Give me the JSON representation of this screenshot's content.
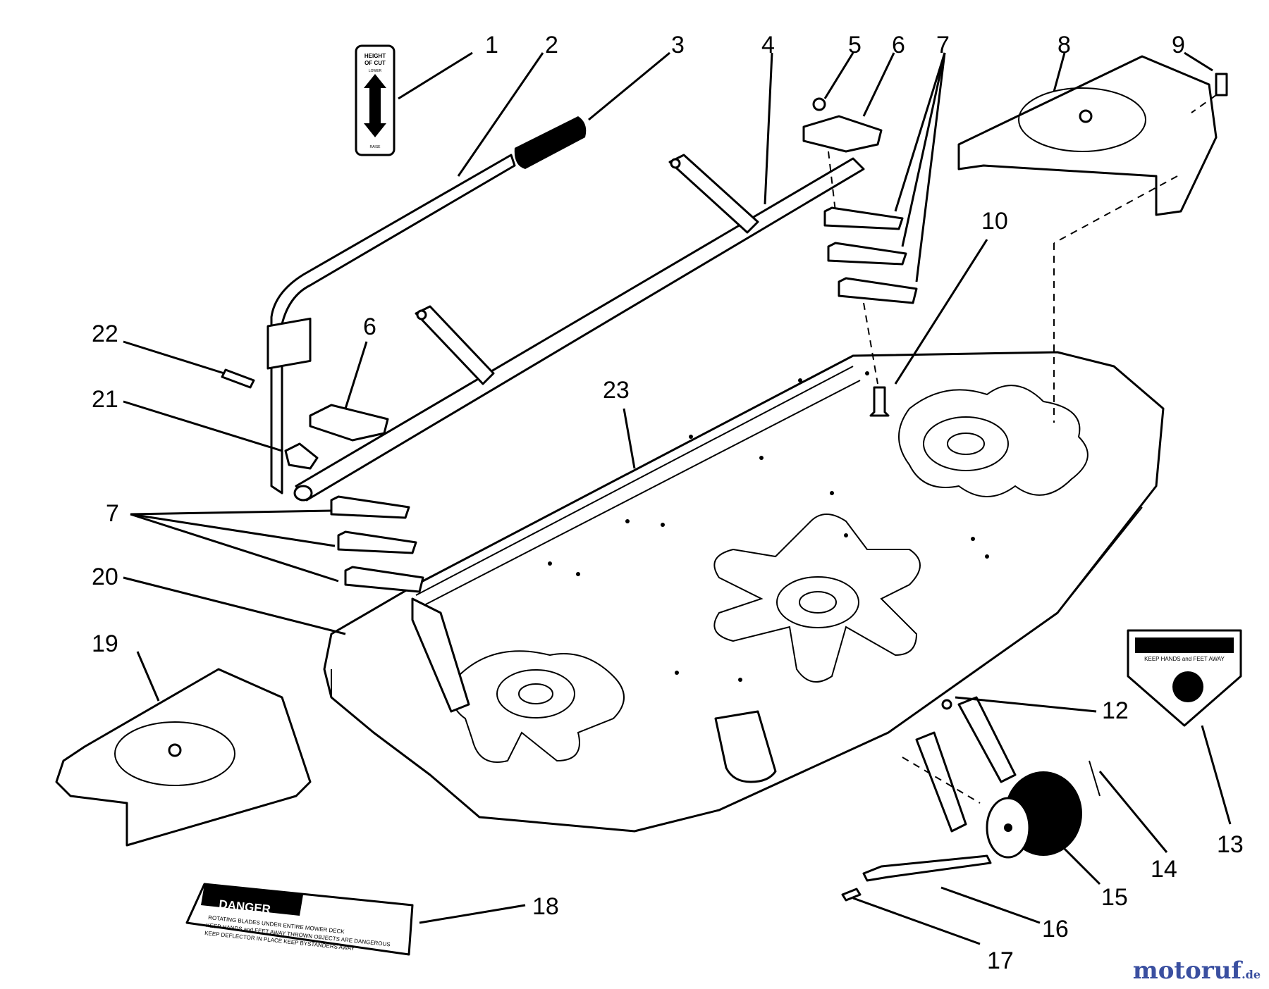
{
  "callouts": [
    {
      "id": "1",
      "text": "1"
    },
    {
      "id": "2",
      "text": "2"
    },
    {
      "id": "3",
      "text": "3"
    },
    {
      "id": "4",
      "text": "4"
    },
    {
      "id": "5",
      "text": "5"
    },
    {
      "id": "6a",
      "text": "6"
    },
    {
      "id": "7a",
      "text": "7"
    },
    {
      "id": "8",
      "text": "8"
    },
    {
      "id": "9",
      "text": "9"
    },
    {
      "id": "10",
      "text": "10"
    },
    {
      "id": "22",
      "text": "22"
    },
    {
      "id": "6b",
      "text": "6"
    },
    {
      "id": "21",
      "text": "21"
    },
    {
      "id": "23",
      "text": "23"
    },
    {
      "id": "7b",
      "text": "7"
    },
    {
      "id": "20",
      "text": "20"
    },
    {
      "id": "19",
      "text": "19"
    },
    {
      "id": "12",
      "text": "12"
    },
    {
      "id": "13",
      "text": "13"
    },
    {
      "id": "14",
      "text": "14"
    },
    {
      "id": "15",
      "text": "15"
    },
    {
      "id": "16",
      "text": "16"
    },
    {
      "id": "17",
      "text": "17"
    },
    {
      "id": "18",
      "text": "18"
    }
  ],
  "decals": {
    "height_of_cut": {
      "line1": "HEIGHT",
      "line2": "OF CUT",
      "top": "LOWER",
      "bottom": "RAISE"
    },
    "danger": {
      "heading": "DANGER",
      "line1": "ROTATING BLADES UNDER ENTIRE MOWER DECK",
      "line2": "KEEP HANDS and FEET AWAY  THROWN OBJECTS ARE DANGEROUS",
      "line3": "KEEP DEFLECTOR IN PLACE  KEEP BYSTANDERS AWAY"
    },
    "warning": {
      "text": "KEEP HANDS and FEET AWAY"
    }
  },
  "watermark": {
    "brand": "motoruf",
    "suffix": ".de"
  }
}
